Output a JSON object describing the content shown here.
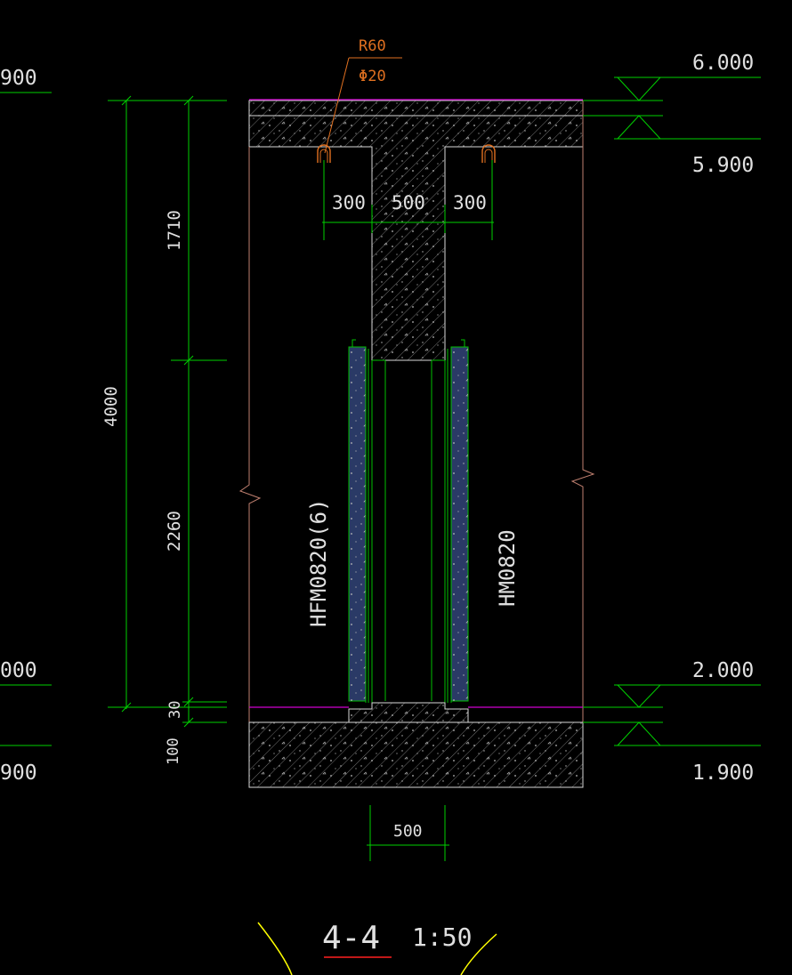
{
  "colors": {
    "background": "#000000",
    "dim": "#00d000",
    "outline": "#e0e0e0",
    "concrete_edge": "#c0b0a0",
    "finish_line": "#d000d0",
    "leader": "#e07020",
    "hatch": "#a0a0a0",
    "door_frame": "#00c000",
    "door_leaf_fill": "#2a3a66",
    "title_underline": "#ff2020",
    "title_arc": "#ffff00",
    "text": "#e0e0e0"
  },
  "labels": {
    "rebar_radius": "R60",
    "rebar_dia": "Φ20",
    "door_left": "HFM0820(6)",
    "door_right": "HM0820",
    "section_title": "4-4",
    "scale": "1:50"
  },
  "elevations": {
    "top_upper": "6.000",
    "top_lower": "5.900",
    "bottom_upper": "2.000",
    "bottom_lower": "1.900",
    "left_upper_partial": "900",
    "left_mid_partial": "000",
    "left_lower_partial": "900"
  },
  "dimensions": {
    "total_height": "4000",
    "upper_segment": "1710",
    "lower_segment": "2260",
    "threshold": "30",
    "slab": "100",
    "top_left_offset": "300",
    "beam_width": "500",
    "top_right_offset": "300",
    "bottom_width": "500"
  }
}
